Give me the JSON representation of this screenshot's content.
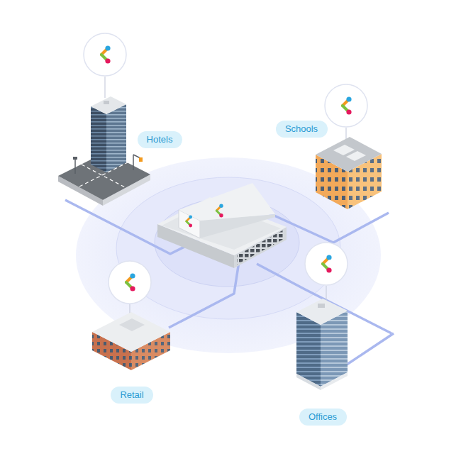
{
  "diagram": {
    "nodes": [
      {
        "text": [
          "Hotels"
        ]
      },
      {
        "text": [
          "Schools"
        ]
      },
      {
        "text": [
          "Retail"
        ]
      },
      {
        "text": [
          "Offices"
        ]
      }
    ]
  }
}
